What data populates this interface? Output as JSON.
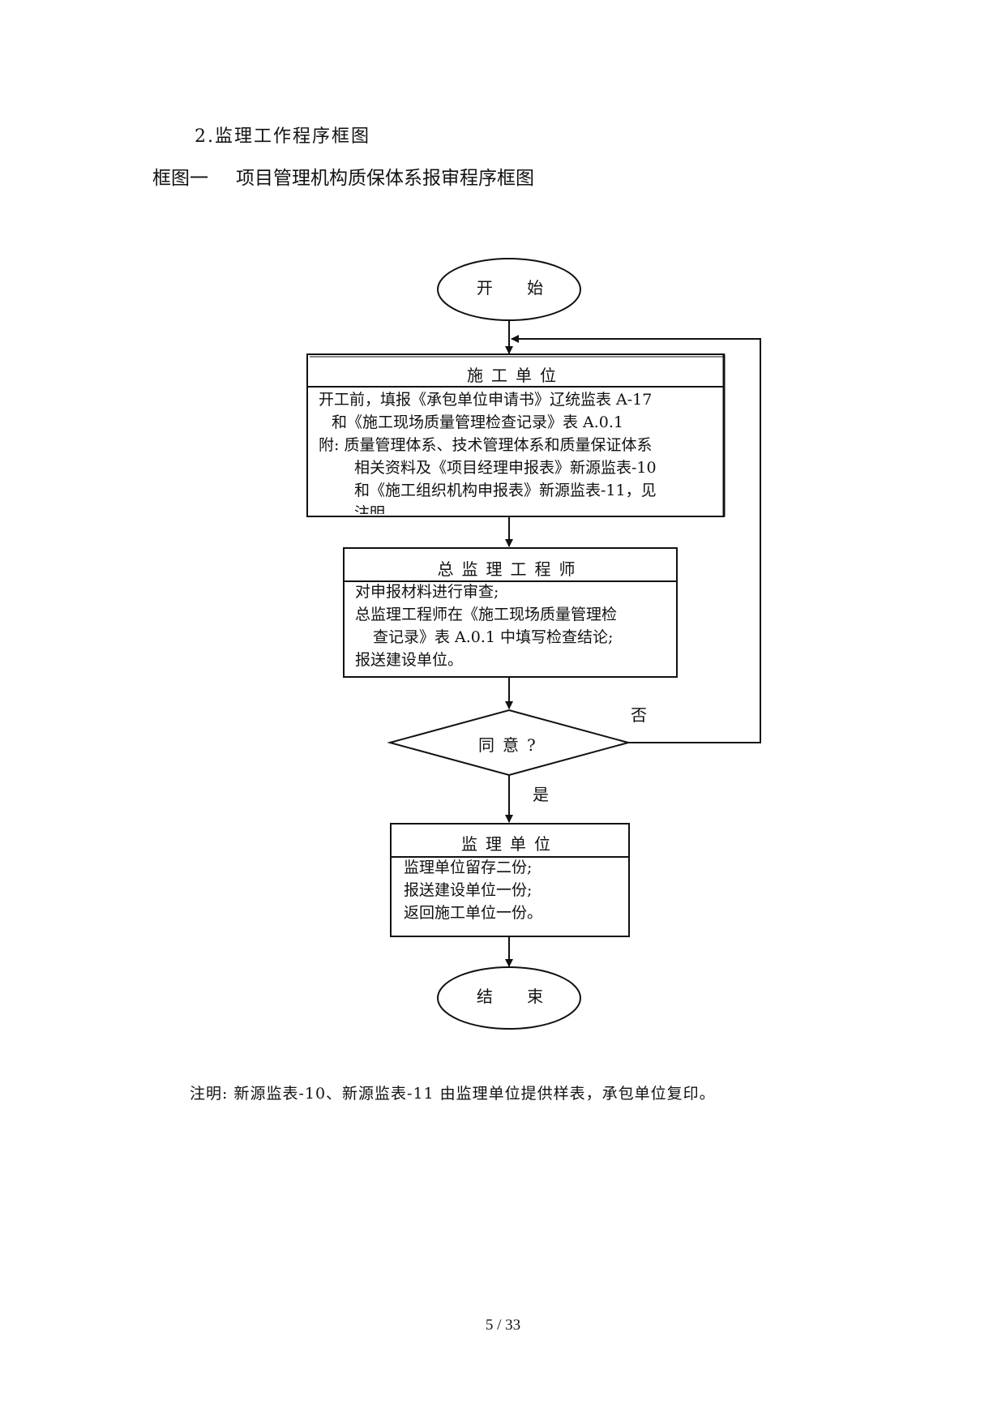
{
  "section_heading": "2.监理工作程序框图",
  "figure": {
    "label": "框图一",
    "title": "项目管理机构质保体系报审程序框图"
  },
  "flow": {
    "start": "开 始",
    "contractor": {
      "title": "施工单位",
      "lines": [
        "开工前，填报《承包单位申请书》辽统监表 A-17",
        "和《施工现场质量管理检查记录》表 A.0.1",
        "附: 质量管理体系、技术管理体系和质量保证体系",
        "相关资料及《项目经理申报表》新源监表-10",
        "和《施工组织机构申报表》新源监表-11，见",
        "注明"
      ]
    },
    "chief_engineer": {
      "title": "总监理工程师",
      "lines": [
        "对申报材料进行审查;",
        "总监理工程师在《施工现场质量管理检",
        "查记录》表 A.0.1 中填写检查结论;",
        "报送建设单位。"
      ]
    },
    "decision": {
      "question": "同意?",
      "no": "否",
      "yes": "是"
    },
    "supervisor": {
      "title": "监理单位",
      "lines": [
        "监理单位留存二份;",
        "报送建设单位一份;",
        "返回施工单位一份。"
      ]
    },
    "end": "结 束"
  },
  "note": "注明: 新源监表-10、新源监表-11 由监理单位提供样表，承包单位复印。",
  "page_number": "5 / 33"
}
